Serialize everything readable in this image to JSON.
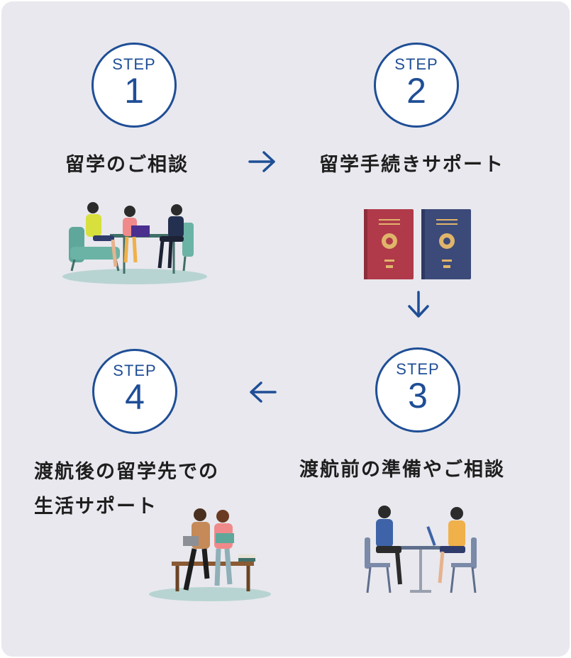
{
  "colors": {
    "accent": "#1f4e96",
    "panel": "#e8e8ee",
    "text": "#1e1e1e"
  },
  "steps": [
    {
      "label": "STEP",
      "number": "1",
      "caption": "留学のご相談"
    },
    {
      "label": "STEP",
      "number": "2",
      "caption": "留学手続きサポート"
    },
    {
      "label": "STEP",
      "number": "3",
      "caption": "渡航前の準備やご相談"
    },
    {
      "label": "STEP",
      "number": "4",
      "caption_line1": "渡航後の留学先での",
      "caption_line2": "生活サポート"
    }
  ],
  "arrows": [
    "arrow-right-icon",
    "arrow-down-icon",
    "arrow-left-icon"
  ],
  "illustrations": [
    "consultation-illustration",
    "passport-illustration",
    "meeting-illustration",
    "students-reading-illustration"
  ]
}
